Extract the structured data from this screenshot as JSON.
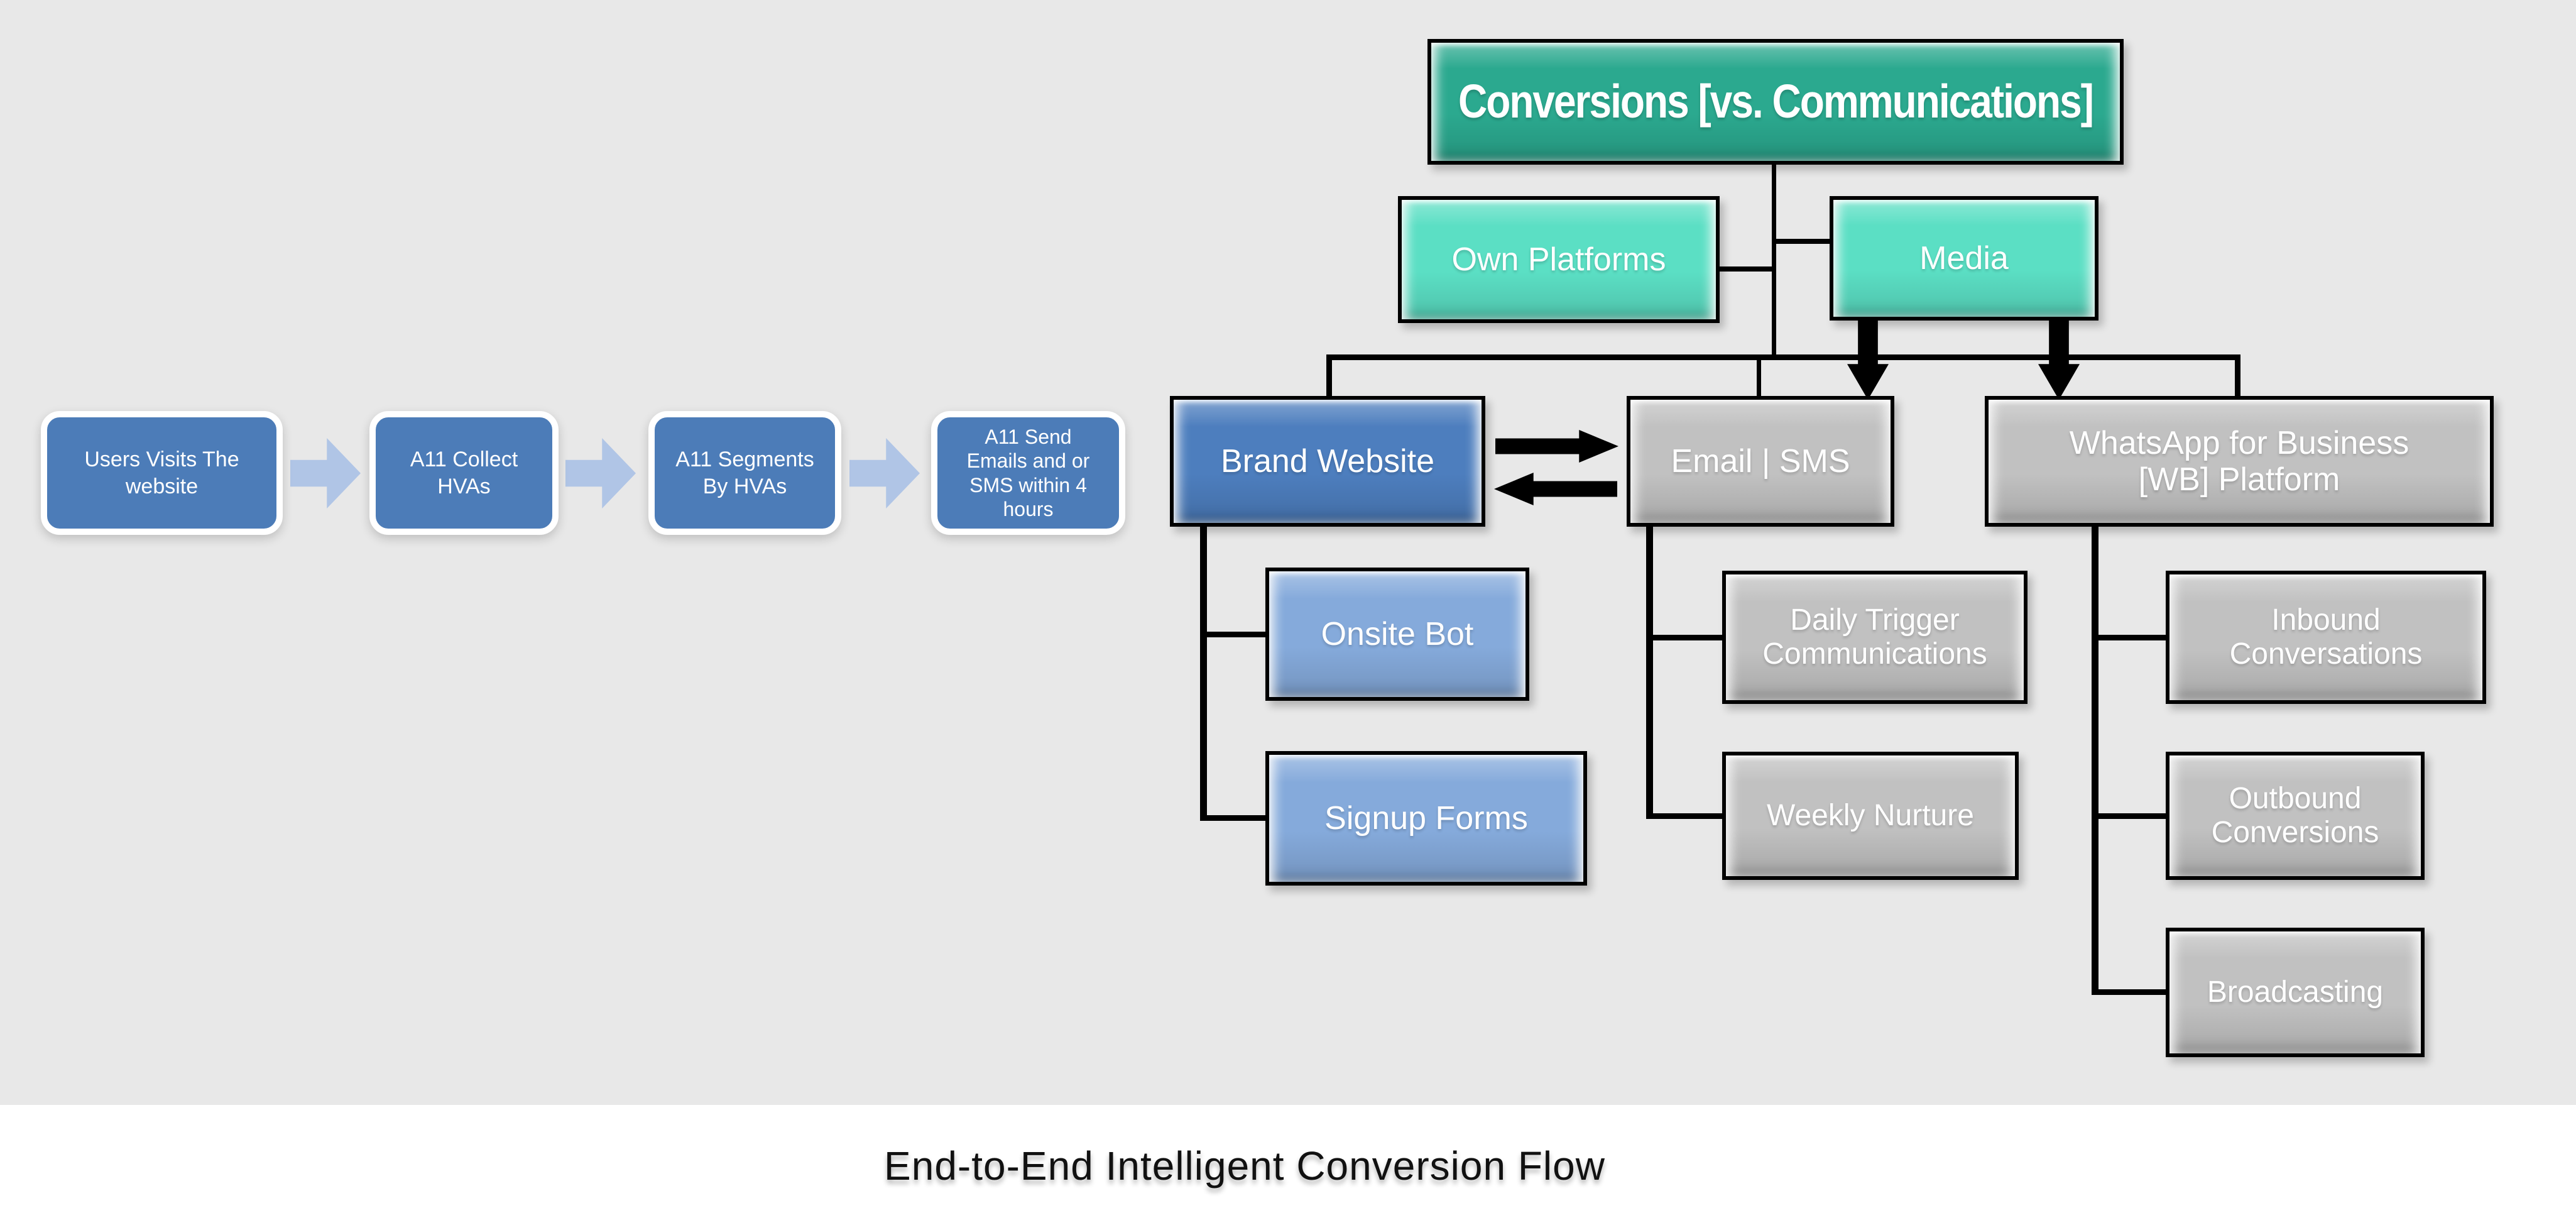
{
  "footer": {
    "title": "End-to-End Intelligent Conversion Flow"
  },
  "colors": {
    "background": "#E8E8E8",
    "footer_background": "#FFFFFF",
    "root_teal": "#2BA98F",
    "mint": "#5BDFC4",
    "brand_blue": "#4D7EBE",
    "light_blue": "#85AADB",
    "gray_node": "#C1C1C1",
    "flow_blue": "#4C7CB8",
    "flow_arrow_blue": "#B0C5E6",
    "connector": "#000000",
    "node_text": "#FFFFFF",
    "title_text": "#111111"
  },
  "flow": {
    "steps": [
      {
        "label": "Users Visits The website"
      },
      {
        "label": "A11 Collect HVAs"
      },
      {
        "label": "A11 Segments By HVAs"
      },
      {
        "label": "A11 Send Emails and or SMS within 4 hours"
      }
    ]
  },
  "tree": {
    "root": {
      "label": "Conversions [vs. Communications]"
    },
    "level2": [
      {
        "label": "Own Platforms"
      },
      {
        "label": "Media"
      }
    ],
    "branches": [
      {
        "label": "Brand Website",
        "children": [
          {
            "label": "Onsite Bot"
          },
          {
            "label": "Signup Forms"
          }
        ]
      },
      {
        "label": "Email | SMS",
        "children": [
          {
            "label": "Daily Trigger Communications"
          },
          {
            "label": "Weekly Nurture"
          }
        ]
      },
      {
        "label": "WhatsApp for Business [WB] Platform",
        "children": [
          {
            "label": "Inbound Conversations"
          },
          {
            "label": "Outbound Conversions"
          },
          {
            "label": "Broadcasting"
          }
        ]
      }
    ]
  }
}
